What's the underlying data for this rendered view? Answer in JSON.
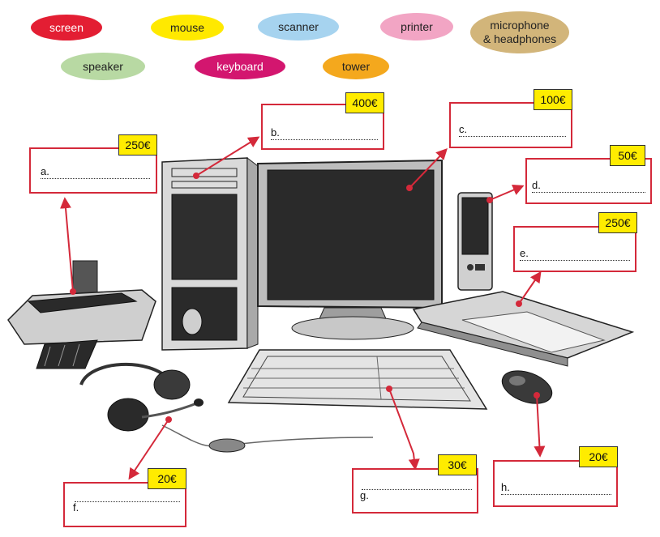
{
  "word_bank": [
    {
      "label": "screen",
      "bg": "#e31e33",
      "fg": "#ffffff"
    },
    {
      "label": "mouse",
      "bg": "#ffe900",
      "fg": "#222222"
    },
    {
      "label": "scanner",
      "bg": "#a6d3ef",
      "fg": "#222222"
    },
    {
      "label": "printer",
      "bg": "#f2a5c4",
      "fg": "#222222"
    },
    {
      "label": "microphone\n& headphones",
      "bg": "#d2b57a",
      "fg": "#222222"
    },
    {
      "label": "speaker",
      "bg": "#b8d9a3",
      "fg": "#222222"
    },
    {
      "label": "keyboard",
      "bg": "#d3166f",
      "fg": "#ffffff"
    },
    {
      "label": "tower",
      "bg": "#f4a81d",
      "fg": "#222222"
    }
  ],
  "answer_boxes": [
    {
      "letter": "a.",
      "price": "250€"
    },
    {
      "letter": "b.",
      "price": "400€"
    },
    {
      "letter": "c.",
      "price": "100€"
    },
    {
      "letter": "d.",
      "price": "50€"
    },
    {
      "letter": "e.",
      "price": "250€"
    },
    {
      "letter": "f.",
      "price": "20€"
    },
    {
      "letter": "g.",
      "price": "30€"
    },
    {
      "letter": "h.",
      "price": "20€"
    }
  ],
  "colors": {
    "accent": "#d4293a",
    "price_tag": "#ffec00"
  }
}
